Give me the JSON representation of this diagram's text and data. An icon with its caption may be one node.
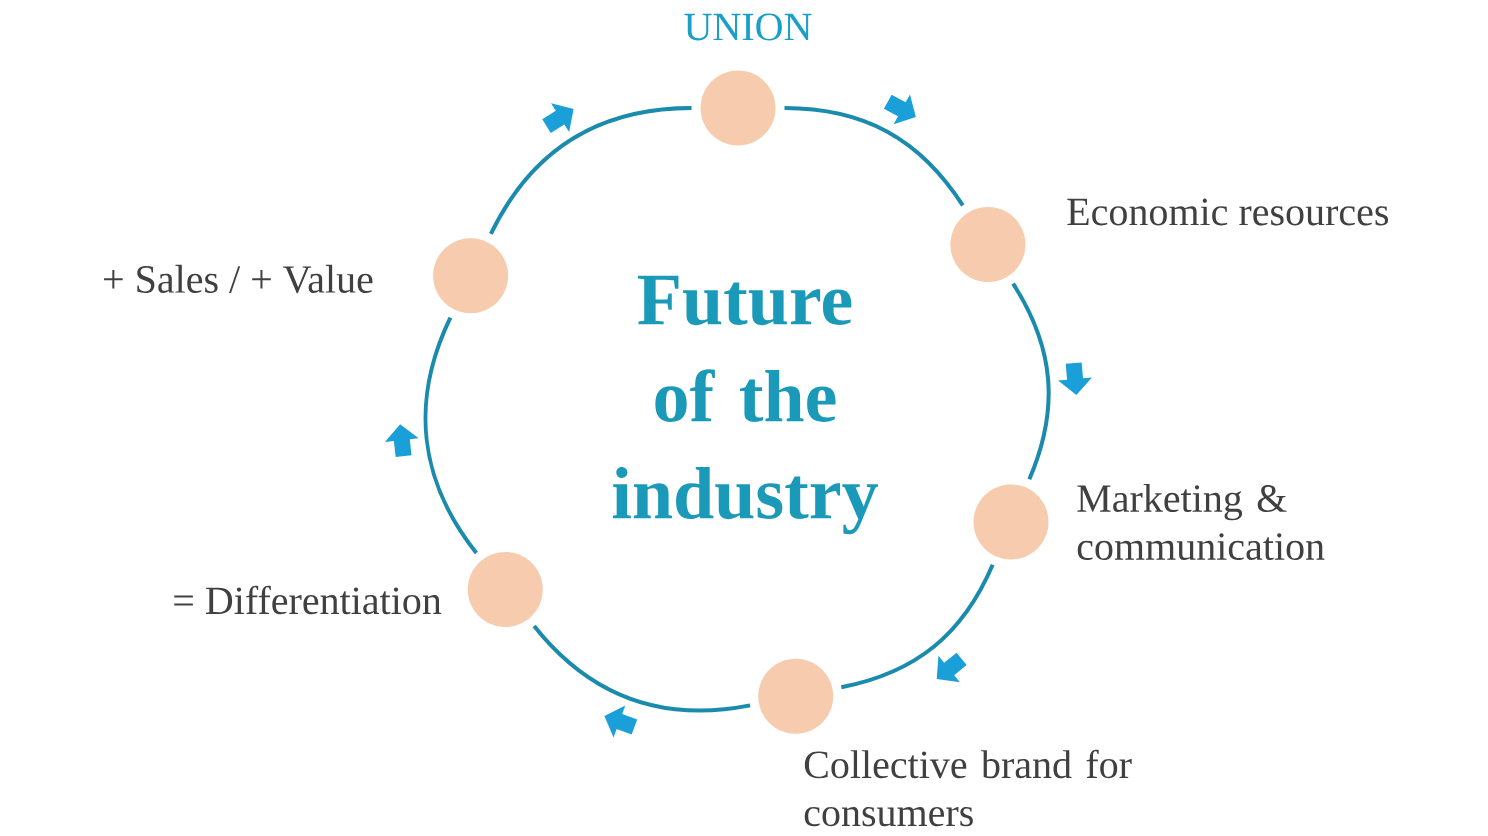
{
  "diagram": {
    "nodes": [
      {
        "text": [],
        "shape": "circle",
        "beside": [
          "UNION"
        ]
      },
      {
        "text": [],
        "shape": "circle",
        "beside": [
          "Economic resources"
        ]
      },
      {
        "text": [],
        "shape": "circle",
        "beside": [
          "Marketing & communication"
        ]
      },
      {
        "text": [],
        "shape": "circle",
        "beside": [
          "Collective brand for consumers"
        ]
      },
      {
        "text": [],
        "shape": "circle",
        "beside": [
          "=  Differentiation"
        ]
      },
      {
        "text": [],
        "shape": "circle",
        "beside": [
          "+ Sales / + Value"
        ]
      }
    ],
    "edges": [
      {
        "from": 0,
        "to": 1,
        "arrow": "none"
      },
      {
        "from": 1,
        "to": 2,
        "arrow": "none"
      },
      {
        "from": 2,
        "to": 3,
        "arrow": "none"
      },
      {
        "from": 3,
        "to": 4,
        "arrow": "none"
      },
      {
        "from": 4,
        "to": 5,
        "arrow": "none"
      },
      {
        "from": 5,
        "to": 0,
        "arrow": "none"
      }
    ],
    "labels": [
      "Future of the industry"
    ]
  }
}
